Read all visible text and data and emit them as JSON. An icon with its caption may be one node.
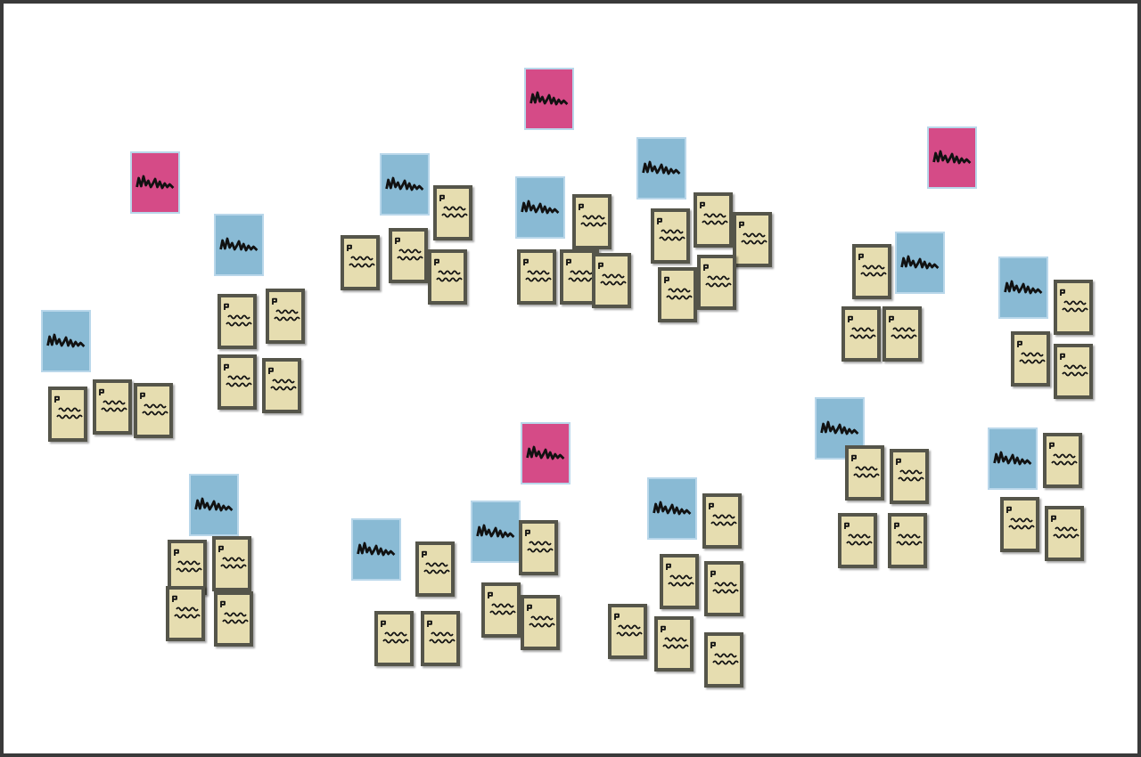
{
  "diagram": {
    "nodes": [
      {
        "text": [],
        "shape": "box"
      },
      {
        "text": [],
        "shape": "box"
      },
      {
        "text": [],
        "shape": "box"
      },
      {
        "text": [],
        "shape": "box"
      },
      {
        "text": [],
        "shape": "box"
      },
      {
        "text": [],
        "shape": "box"
      },
      {
        "text": [],
        "shape": "box"
      },
      {
        "text": [],
        "shape": "box"
      },
      {
        "text": [],
        "shape": "box"
      },
      {
        "text": [],
        "shape": "box"
      },
      {
        "text": [],
        "shape": "box"
      },
      {
        "text": [],
        "shape": "box"
      },
      {
        "text": [],
        "shape": "box"
      },
      {
        "text": [],
        "shape": "box"
      },
      {
        "text": [],
        "shape": "box"
      },
      {
        "text": [],
        "shape": "box"
      },
      {
        "text": [],
        "shape": "box"
      },
      {
        "text": [],
        "shape": "box"
      },
      {
        "text": [],
        "shape": "box"
      },
      {
        "text": [],
        "shape": "box"
      },
      {
        "text": [],
        "shape": "box"
      },
      {
        "text": [],
        "shape": "box"
      },
      {
        "text": [],
        "shape": "box"
      },
      {
        "text": [],
        "shape": "box"
      },
      {
        "text": [],
        "shape": "box"
      },
      {
        "text": [],
        "shape": "box"
      },
      {
        "text": [],
        "shape": "box"
      },
      {
        "text": [],
        "shape": "box"
      },
      {
        "text": [],
        "shape": "box"
      },
      {
        "text": [],
        "shape": "box"
      },
      {
        "text": [],
        "shape": "box"
      },
      {
        "text": [],
        "shape": "box"
      },
      {
        "text": [],
        "shape": "box"
      },
      {
        "text": [],
        "shape": "box"
      },
      {
        "text": [],
        "shape": "box"
      },
      {
        "text": [],
        "shape": "box"
      },
      {
        "text": [],
        "shape": "box"
      },
      {
        "text": [],
        "shape": "box"
      },
      {
        "text": [],
        "shape": "box"
      },
      {
        "text": [],
        "shape": "box"
      },
      {
        "text": [],
        "shape": "box"
      },
      {
        "text": [],
        "shape": "box"
      },
      {
        "text": [],
        "shape": "box"
      },
      {
        "text": [],
        "shape": "box"
      },
      {
        "text": [],
        "shape": "box"
      },
      {
        "text": [],
        "shape": "box"
      },
      {
        "text": [],
        "shape": "box"
      },
      {
        "text": [],
        "shape": "box"
      },
      {
        "text": [],
        "shape": "box"
      },
      {
        "text": [],
        "shape": "box"
      },
      {
        "text": [],
        "shape": "box"
      },
      {
        "text": [],
        "shape": "box"
      },
      {
        "text": [],
        "shape": "box"
      },
      {
        "text": [],
        "shape": "box"
      },
      {
        "text": [],
        "shape": "box"
      },
      {
        "text": [],
        "shape": "box"
      },
      {
        "text": [],
        "shape": "box"
      },
      {
        "text": [],
        "shape": "box"
      },
      {
        "text": [],
        "shape": "box"
      },
      {
        "text": [],
        "shape": "box"
      },
      {
        "text": [],
        "shape": "box"
      },
      {
        "text": [],
        "shape": "box"
      },
      {
        "text": [],
        "shape": "box"
      },
      {
        "text": [],
        "shape": "box"
      },
      {
        "text": [],
        "shape": "box"
      },
      {
        "text": [],
        "shape": "box"
      }
    ]
  }
}
